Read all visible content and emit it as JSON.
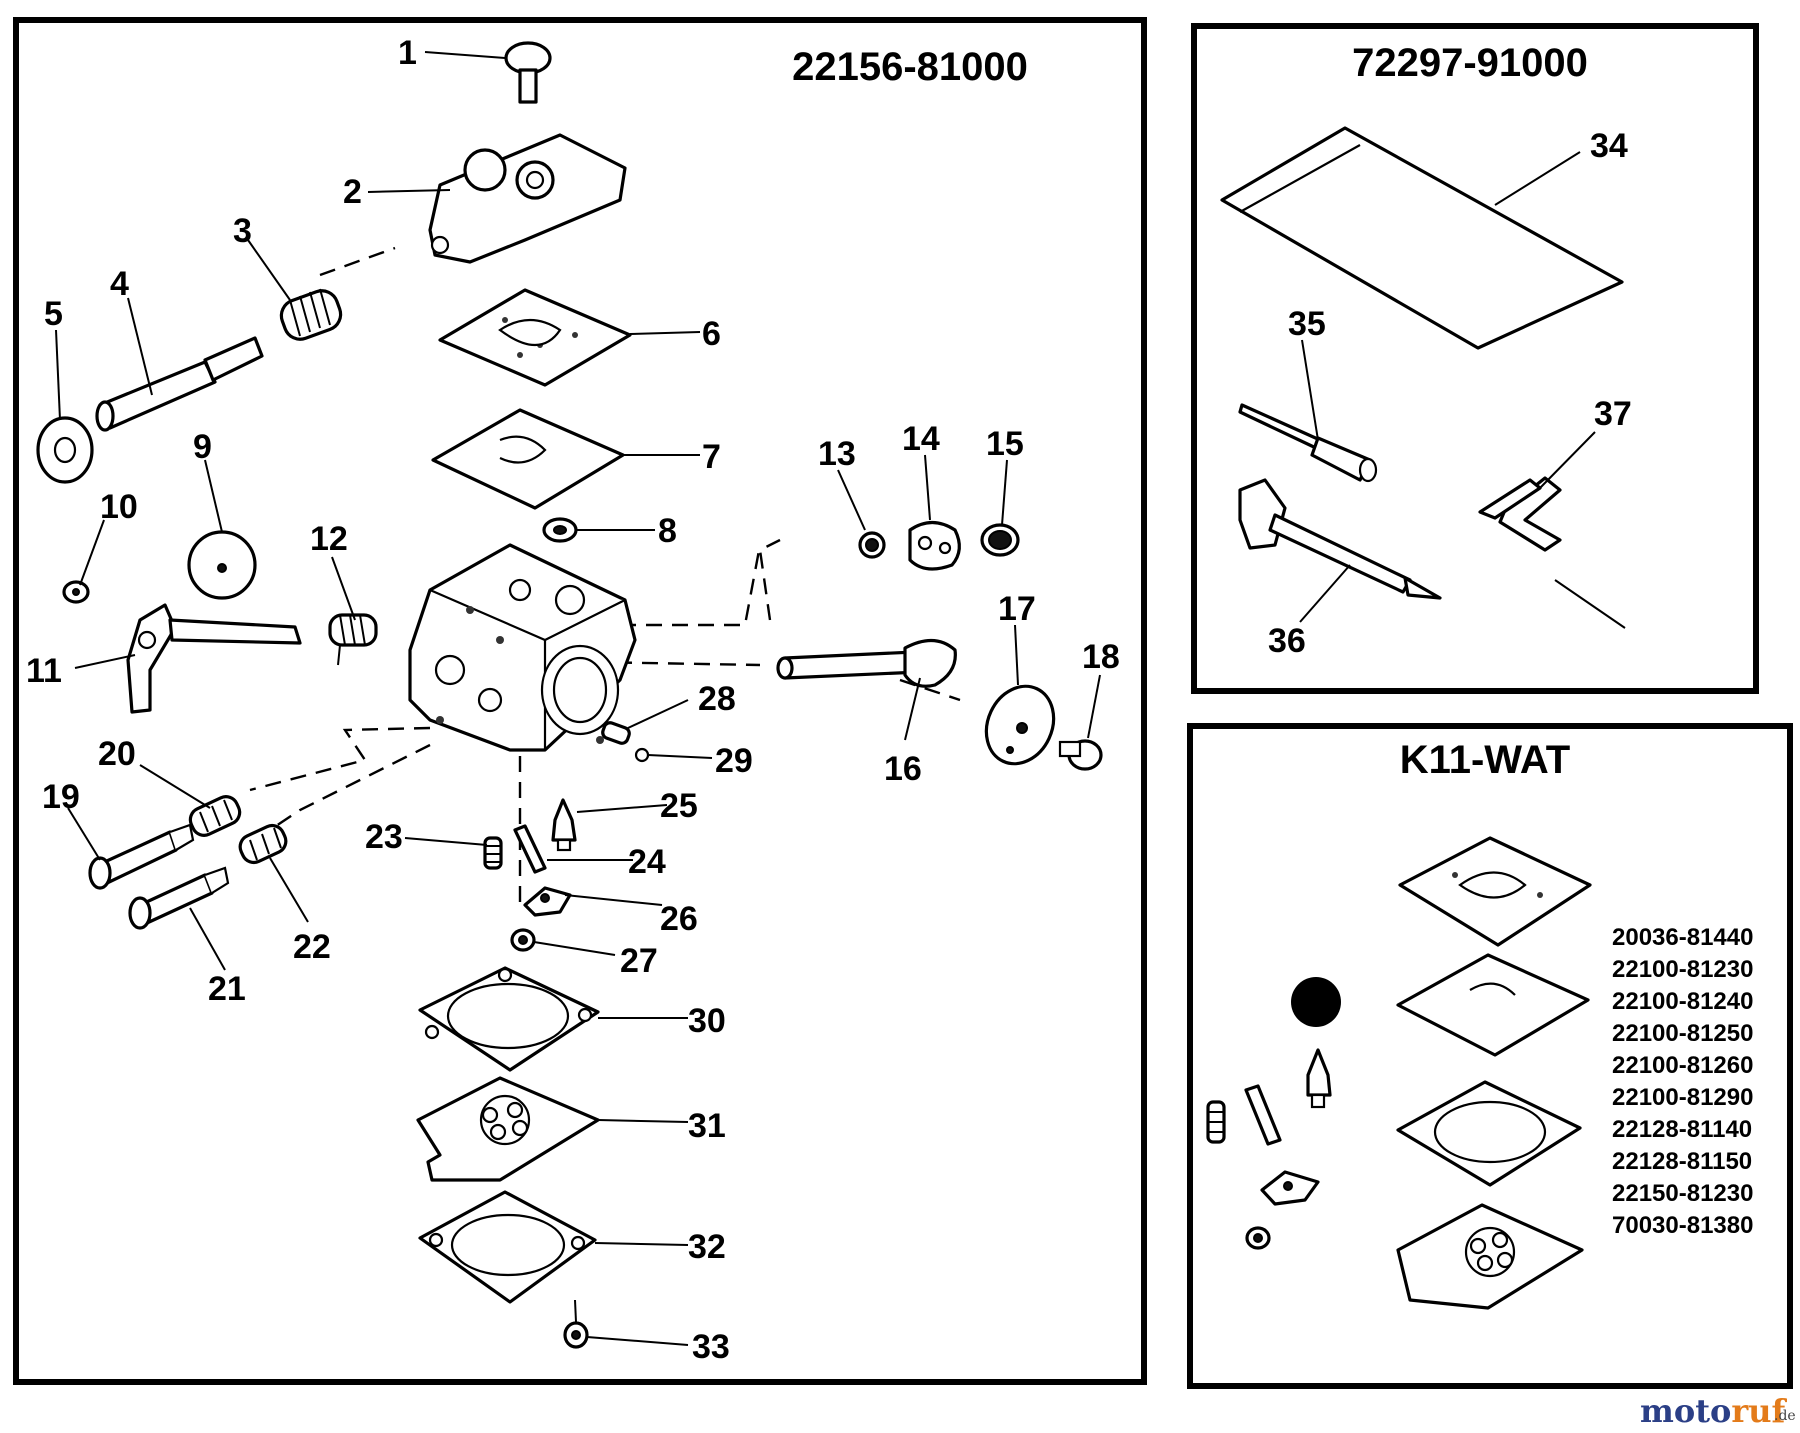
{
  "panels": {
    "main": {
      "title": "22156-81000"
    },
    "tools": {
      "title": "72297-91000"
    },
    "kit": {
      "title": "K11-WAT",
      "part_numbers": [
        "20036-81440",
        "22100-81230",
        "22100-81240",
        "22100-81250",
        "22100-81260",
        "22100-81290",
        "22128-81140",
        "22128-81150",
        "22150-81230",
        "70030-81380"
      ]
    }
  },
  "callouts": [
    "1",
    "2",
    "3",
    "4",
    "5",
    "6",
    "7",
    "8",
    "9",
    "10",
    "11",
    "12",
    "13",
    "14",
    "15",
    "16",
    "17",
    "18",
    "19",
    "20",
    "21",
    "22",
    "23",
    "24",
    "25",
    "26",
    "27",
    "28",
    "29",
    "30",
    "31",
    "32",
    "33",
    "34",
    "35",
    "36",
    "37"
  ],
  "watermark": {
    "brand_main": "motoruf",
    "brand_suffix": ".de",
    "colors": {
      "moto": "#2b3f86",
      "ruf": "#e37b1a"
    }
  }
}
